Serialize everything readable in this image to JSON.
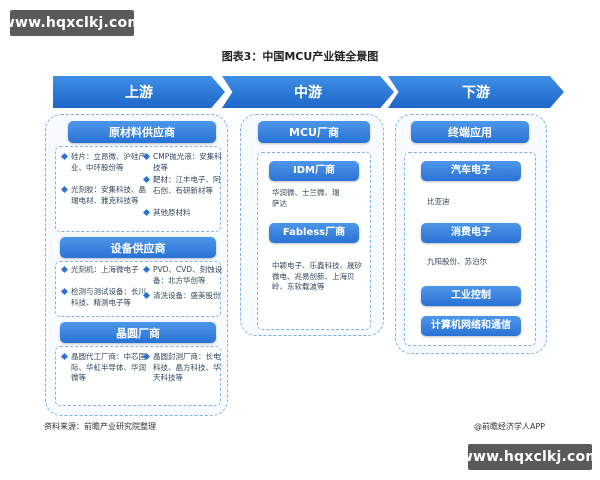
{
  "watermark": "www.hqxclkj.com",
  "title": "图表3：中国MCU产业链全景图",
  "stages": [
    "上游",
    "中游",
    "下游"
  ],
  "upstream": {
    "sections": [
      {
        "header": "原材料供应商",
        "items": [
          "硅片：立昂微、沪硅产业、中环股份等",
          "CMP抛光液：安集科技等",
          "光刻胶：安集科技、晶瑞电材、雅克科技等",
          "靶材：江丰电子、阿石创、有研新材等",
          "其他原材料"
        ]
      },
      {
        "header": "设备供应商",
        "items": [
          "光刻机：上海微电子",
          "PVD、CVD、刻蚀设备：北方华创等",
          "检测与测试设备：长川科技、精测电子等",
          "清洗设备：盛美股份"
        ]
      },
      {
        "header": "晶圆厂商",
        "items": [
          "晶圆代工厂商：中芯国际、华虹半导体、华润微等",
          "晶圆封测厂商：长电科技、晶方科技、华天科技等"
        ]
      }
    ]
  },
  "midstream": {
    "header": "MCU厂商",
    "idm": {
      "label": "IDM厂商",
      "text": "华润微、士兰微、瑞萨达"
    },
    "fabless": {
      "label": "Fabless厂商",
      "text": "中颖电子、乐鑫科技、晟矽微电、兆易创新、上海贝岭、东软载波等"
    }
  },
  "downstream": {
    "header": "终端应用",
    "apps": [
      {
        "label": "汽车电子",
        "text": "比亚迪"
      },
      {
        "label": "消费电子",
        "text": "九阳股份、苏泊尔"
      },
      {
        "label": "工业控制",
        "text": ""
      },
      {
        "label": "计算机网络和通信",
        "text": ""
      }
    ]
  },
  "footer": {
    "source": "资料来源：前瞻产业研究院整理",
    "brand": "@前瞻经济学人APP"
  }
}
